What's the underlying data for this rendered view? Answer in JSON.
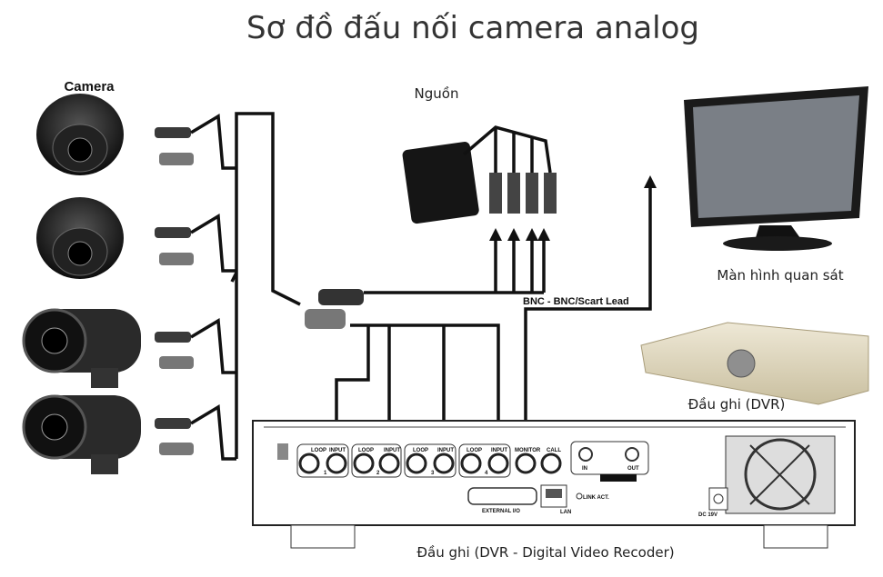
{
  "title": "Sơ đồ đấu nối camera analog",
  "labels": {
    "camera": "Camera",
    "power": "Nguồn",
    "monitor": "Màn hình quan sát",
    "lead": "BNC - BNC/Scart Lead",
    "dvr_front": "Đầu ghi (DVR)",
    "dvr_back": "Đầu ghi (DVR - Digital Video Recoder)"
  },
  "ports": {
    "loop": "LOOP",
    "input": "INPUT",
    "numbers": [
      "1",
      "2",
      "3",
      "4"
    ],
    "monitor": "MONITOR",
    "call": "CALL",
    "in": "IN",
    "out": "OUT",
    "external_io": "EXTERNAL I/O",
    "lan": "LAN",
    "link_act": "LINK ACT.",
    "dc": "DC 19V"
  }
}
